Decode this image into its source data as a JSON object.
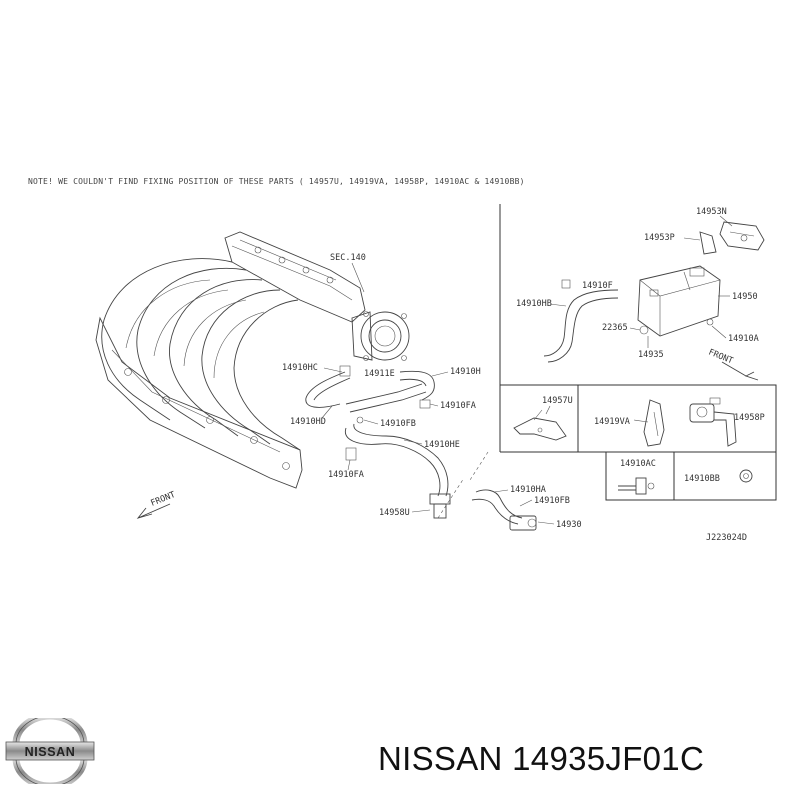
{
  "note": "NOTE! WE COULDN'T FIND FIXING POSITION OF THESE PARTS ( 14957U, 14919VA, 14958P, 14910AC & 14910BB)",
  "labels": {
    "sec140": "SEC.140",
    "p14910HC": "14910HC",
    "p14911E": "14911E",
    "p14910H": "14910H",
    "p14910HD": "14910HD",
    "p14910FA_1": "14910FA",
    "p14910FB_1": "14910FB",
    "p14910HE": "14910HE",
    "p14910FA_2": "14910FA",
    "p14910HA": "14910HA",
    "p14910FB_2": "14910FB",
    "p14958U": "14958U",
    "p14930": "14930",
    "front_left": "FRONT",
    "p14953N": "14953N",
    "p14953P": "14953P",
    "p14910F": "14910F",
    "p14910HB": "14910HB",
    "p14950": "14950",
    "p22365": "22365",
    "p14910A": "14910A",
    "p14935": "14935",
    "front_right": "FRONT",
    "p14957U": "14957U",
    "p14919VA": "14919VA",
    "p14958P": "14958P",
    "p14910AC": "14910AC",
    "p14910BB": "14910BB",
    "diagram_code": "J223024D"
  },
  "logo_text": "NISSAN",
  "caption": "NISSAN 14935JF01C"
}
